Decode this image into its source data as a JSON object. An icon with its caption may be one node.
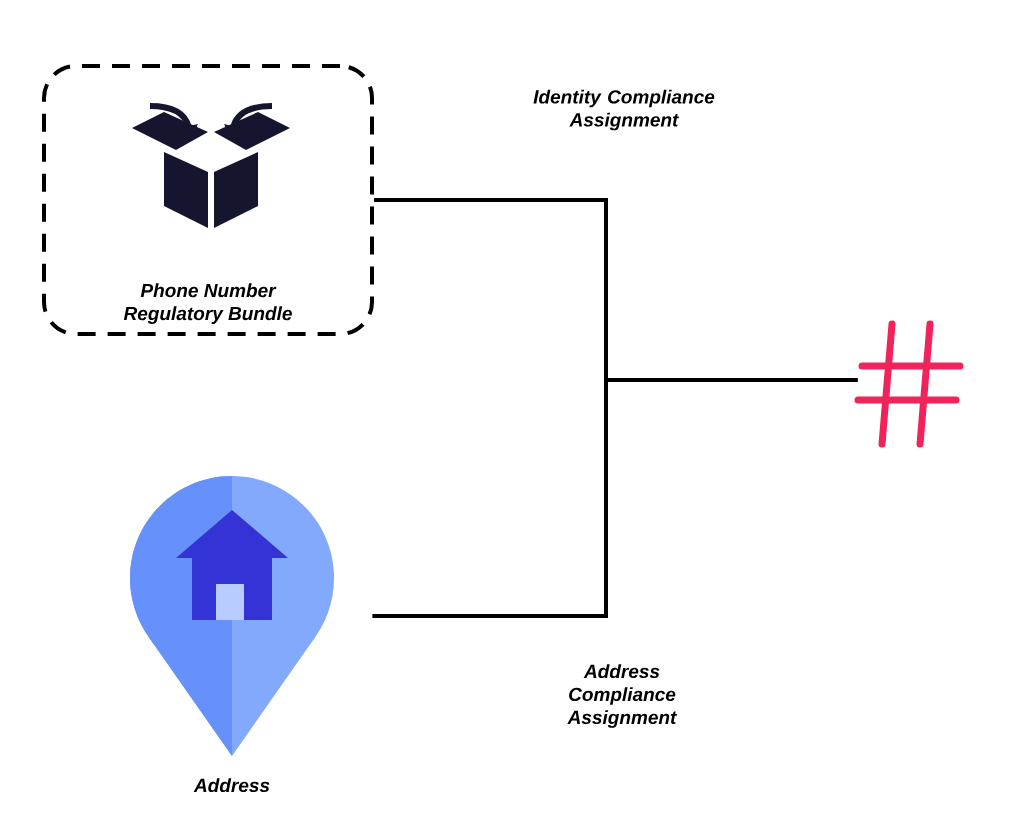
{
  "diagram": {
    "nodes": [
      {
        "text": [
          "Phone Number Regulatory Bundle"
        ]
      },
      {
        "text": [
          "Address"
        ]
      },
      {
        "text": [],
        "shape": "hash"
      }
    ],
    "edges": [
      {
        "from": 0,
        "to": 2,
        "arrow": "none",
        "label": "Identity Compliance Assignment"
      },
      {
        "from": 1,
        "to": 2,
        "arrow": "none",
        "label": "Address Compliance Assignment"
      }
    ]
  }
}
